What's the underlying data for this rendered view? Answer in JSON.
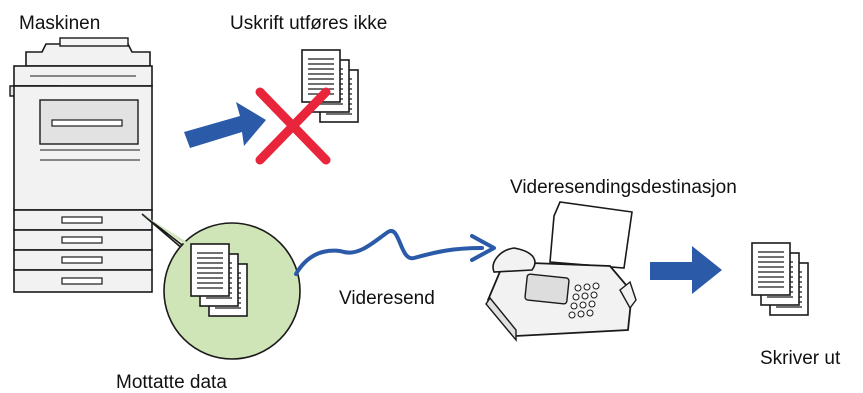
{
  "labels": {
    "machine": "Maskinen",
    "no_print": "Uskrift utføres ikke",
    "forward_destination": "Videresendingsdestinasjon",
    "forward": "Videresend",
    "received_data": "Mottatte data",
    "prints_out": "Skriver ut"
  },
  "colors": {
    "arrow_blue": "#2b5aa8",
    "cross_red": "#e8253a",
    "bubble_green": "#cfe5b8",
    "device_gray": "#f2f2f2",
    "outline": "#1a1a1a"
  },
  "icons": [
    "mfp-printer-icon",
    "document-stack-icon",
    "red-cross-icon",
    "blue-arrow-icon",
    "fax-machine-icon",
    "speech-bubble-icon",
    "wave-arrow-icon"
  ]
}
